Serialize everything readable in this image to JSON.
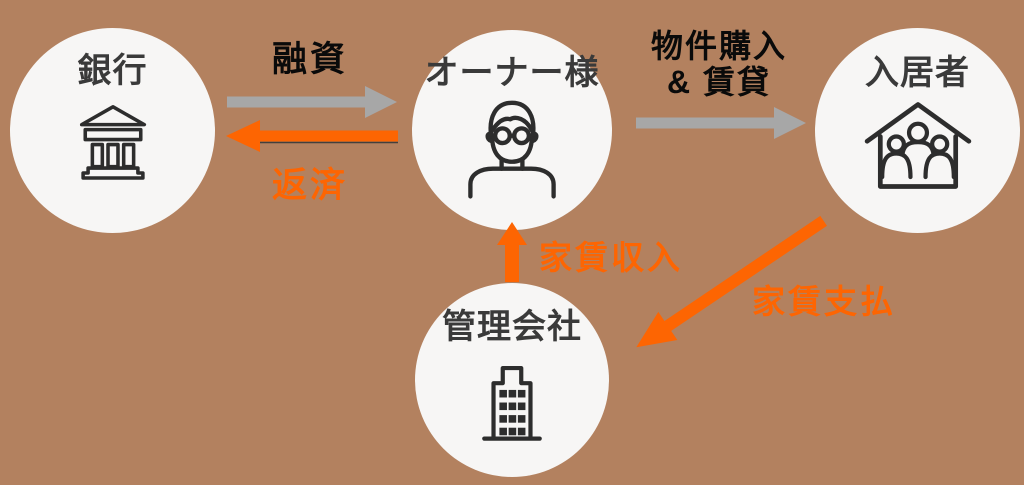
{
  "diagram": {
    "colors": {
      "background": "#b3815f",
      "node_fill": "#f7f6f5",
      "orange": "#fd6502",
      "gray": "#a7a7a7",
      "node_text": "#3a3a3a",
      "label_dark": "#0a0a0a",
      "icon_dark": "#2d2d2d"
    },
    "nodes": {
      "bank": {
        "label": "銀行",
        "icon": "bank-icon"
      },
      "owner": {
        "label": "オーナー様",
        "icon": "person-glasses-icon"
      },
      "tenant": {
        "label": "入居者",
        "icon": "house-family-icon"
      },
      "management": {
        "label": "管理会社",
        "icon": "office-building-icon"
      }
    },
    "flows": {
      "financing": {
        "label": "融資",
        "from": "bank",
        "to": "owner",
        "style": "gray",
        "direction": "right"
      },
      "repayment": {
        "label": "返済",
        "from": "owner",
        "to": "bank",
        "style": "orange",
        "direction": "left"
      },
      "purchase_lease": {
        "label_line1": "物件購入",
        "label_line2": "& 賃貸",
        "from": "owner",
        "to": "tenant",
        "style": "gray",
        "direction": "right"
      },
      "rent_income": {
        "label": "家賃収入",
        "from": "management",
        "to": "owner",
        "style": "orange",
        "direction": "up"
      },
      "rent_payment": {
        "label": "家賃支払",
        "from": "tenant",
        "to": "management",
        "style": "orange",
        "direction": "down-left"
      }
    }
  }
}
